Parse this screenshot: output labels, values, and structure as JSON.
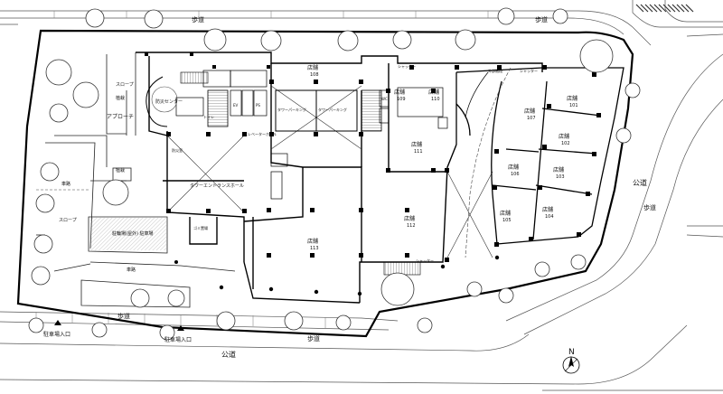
{
  "streets": {
    "sidewalk_top": "歩道",
    "sidewalk_top_right": "歩道",
    "public_road_right": "公道",
    "sidewalk_right": "歩道",
    "sidewalk_bottom": "歩道",
    "sidewalk_bottom_center": "歩道",
    "public_road_bottom": "公道"
  },
  "parking": {
    "entrance_left": "駐車場入口",
    "entrance_right": "駐車場入口"
  },
  "compass": {
    "north": "N"
  },
  "left_area": {
    "approach": "アプローチ",
    "slope": "スロープ",
    "planting": "植栽",
    "planting_2": "植栽",
    "car_lane": "車路",
    "driveway": "車路",
    "slope_2": "スロープ",
    "bicycle_parking": "駐輪場(屋外)\n駐車場",
    "disaster_room": "防災センター"
  },
  "center": {
    "tower_entrance_hall": "タワーエントランスホール",
    "elevator_hall": "エレベーターホール",
    "tower_parking_a": "タワーパーキング",
    "tower_parking_b": "タワーパーキング",
    "trash_room": "ゴミ置場",
    "office": "防災室",
    "rest_room": "トイレ",
    "ev": "EV",
    "ps": "PS",
    "wc": "WC"
  },
  "shops": [
    {
      "label": "店舗",
      "number": "108"
    },
    {
      "label": "店舗",
      "number": "109"
    },
    {
      "label": "店舗",
      "number": "110"
    },
    {
      "label": "店舗",
      "number": "111"
    },
    {
      "label": "店舗",
      "number": "112"
    },
    {
      "label": "店舗",
      "number": "113"
    },
    {
      "label": "店舗",
      "number": "107"
    },
    {
      "label": "店舗",
      "number": "101"
    },
    {
      "label": "店舗",
      "number": "102"
    },
    {
      "label": "店舗",
      "number": "106"
    },
    {
      "label": "店舗",
      "number": "103"
    },
    {
      "label": "店舗",
      "number": "105"
    },
    {
      "label": "店舗",
      "number": "104"
    }
  ],
  "shutter": "シャッター",
  "outdoor_stair": "外部階段",
  "colors": {
    "line": "#111111",
    "background": "#ffffff",
    "tree": "#333333"
  }
}
